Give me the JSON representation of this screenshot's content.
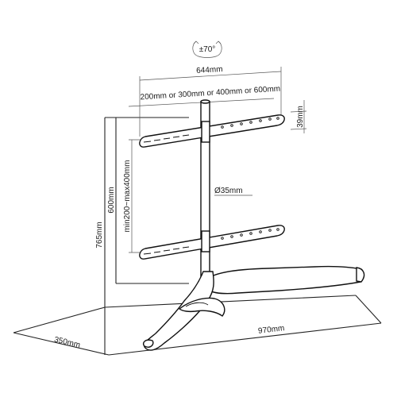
{
  "diagram": {
    "rotation_label": "±70°",
    "width_label": "644mm",
    "vesa_label": "200mm or 300mm or 400mm or 600mm",
    "bracket_height_label": "39mm",
    "pole_diameter_label": "Ø35mm",
    "bracket_gap_label": "min200~max400mm",
    "mount_height_label": "600mm",
    "total_height_label": "765mm",
    "base_depth_label": "350mm",
    "base_width_label": "970mm"
  },
  "colors": {
    "line": "#111111",
    "dimension": "#555555",
    "background": "#ffffff"
  }
}
